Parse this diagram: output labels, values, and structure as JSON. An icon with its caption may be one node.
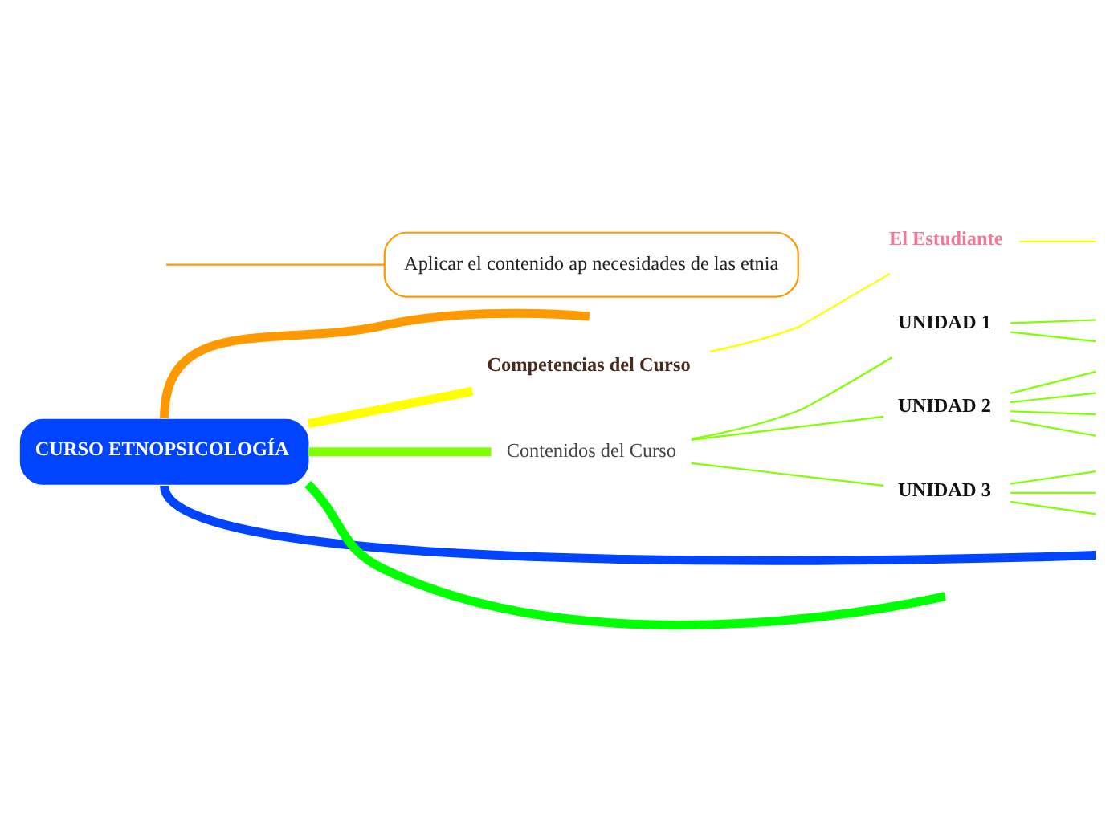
{
  "diagram": {
    "nodes": [
      {
        "text": [
          "CURSO ETNOPSICOLOGÍA"
        ]
      },
      {
        "text": [
          "Aplicar el contenido ap necesidades de las etnia"
        ]
      },
      {
        "text": [
          "Competencias del Curso"
        ]
      },
      {
        "text": [
          "El Estudiante"
        ]
      },
      {
        "text": [
          "Contenidos del Curso"
        ]
      },
      {
        "text": [
          "UNIDAD 1"
        ]
      },
      {
        "text": [
          "UNIDAD 2"
        ]
      },
      {
        "text": [
          "UNIDAD 3"
        ]
      }
    ],
    "edges": [
      {
        "from": 0,
        "to": null,
        "arrow": "none",
        "style": "thick",
        "color": "#0044ff"
      },
      {
        "from": null,
        "to": 1,
        "arrow": "none",
        "color": "#ff9900"
      },
      {
        "from": 0,
        "to": 2,
        "arrow": "none",
        "style": "thick",
        "color": "#ffff00"
      },
      {
        "from": 2,
        "to": 3,
        "arrow": "none",
        "color": "#ffff00"
      },
      {
        "from": 3,
        "to": null,
        "arrow": "none",
        "color": "#ffff00"
      },
      {
        "from": 0,
        "to": 4,
        "arrow": "none",
        "style": "thick"
      },
      {
        "from": 4,
        "to": 5,
        "arrow": "none"
      },
      {
        "from": 4,
        "to": 6,
        "arrow": "none"
      },
      {
        "from": 4,
        "to": 7,
        "arrow": "none"
      },
      {
        "from": 5,
        "to": null,
        "arrow": "none"
      },
      {
        "from": 5,
        "to": null,
        "arrow": "none"
      },
      {
        "from": 6,
        "to": null,
        "arrow": "none"
      },
      {
        "from": 6,
        "to": null,
        "arrow": "none"
      },
      {
        "from": 6,
        "to": null,
        "arrow": "none"
      },
      {
        "from": 6,
        "to": null,
        "arrow": "none"
      },
      {
        "from": 7,
        "to": null,
        "arrow": "none"
      },
      {
        "from": 7,
        "to": null,
        "arrow": "none"
      },
      {
        "from": 7,
        "to": null,
        "arrow": "none"
      },
      {
        "from": 0,
        "to": null,
        "arrow": "none",
        "style": "thick",
        "color": "#00ff00"
      },
      {
        "from": 0,
        "to": null,
        "arrow": "none",
        "style": "thick",
        "color": "#ff9900"
      }
    ]
  }
}
